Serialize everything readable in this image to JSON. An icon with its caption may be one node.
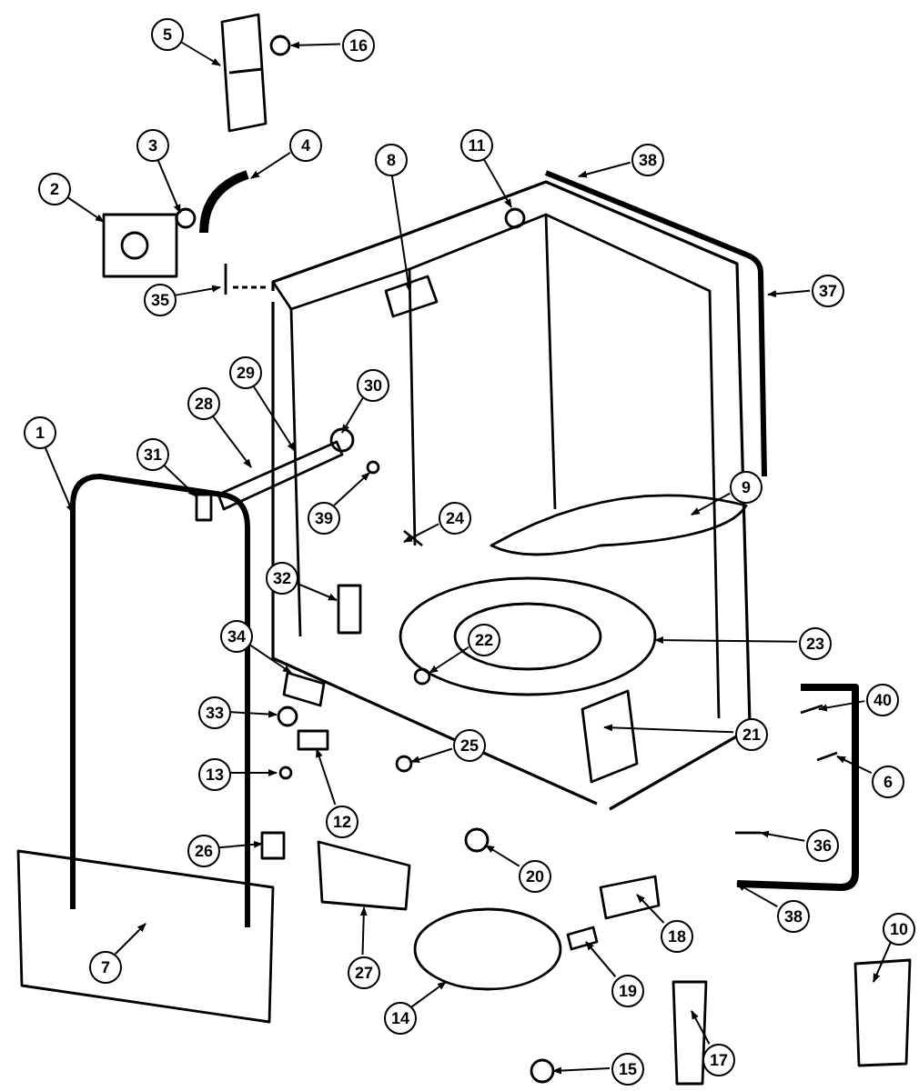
{
  "diagram": {
    "nodes": [
      {
        "text": [
          "5"
        ]
      },
      {
        "text": [
          "16"
        ]
      },
      {
        "text": [
          "4"
        ]
      },
      {
        "text": [
          "3"
        ]
      },
      {
        "text": [
          "2"
        ]
      },
      {
        "text": [
          "8"
        ]
      },
      {
        "text": [
          "11"
        ]
      },
      {
        "text": [
          "38"
        ]
      },
      {
        "text": [
          "37"
        ]
      },
      {
        "text": [
          "35"
        ]
      },
      {
        "text": [
          "29"
        ]
      },
      {
        "text": [
          "30"
        ]
      },
      {
        "text": [
          "28"
        ]
      },
      {
        "text": [
          "39"
        ]
      },
      {
        "text": [
          "31"
        ]
      },
      {
        "text": [
          "1"
        ]
      },
      {
        "text": [
          "24"
        ]
      },
      {
        "text": [
          "9"
        ]
      },
      {
        "text": [
          "32"
        ]
      },
      {
        "text": [
          "34"
        ]
      },
      {
        "text": [
          "23"
        ]
      },
      {
        "text": [
          "22"
        ]
      },
      {
        "text": [
          "33"
        ]
      },
      {
        "text": [
          "13"
        ]
      },
      {
        "text": [
          "25"
        ]
      },
      {
        "text": [
          "26"
        ]
      },
      {
        "text": [
          "40"
        ]
      },
      {
        "text": [
          "6"
        ]
      },
      {
        "text": [
          "36"
        ]
      },
      {
        "text": [
          "21"
        ]
      },
      {
        "text": [
          "38"
        ]
      },
      {
        "text": [
          "20"
        ]
      },
      {
        "text": [
          "12"
        ]
      },
      {
        "text": [
          "27"
        ]
      },
      {
        "text": [
          "7"
        ]
      },
      {
        "text": [
          "10"
        ]
      },
      {
        "text": [
          "18"
        ]
      },
      {
        "text": [
          "19"
        ]
      },
      {
        "text": [
          "14"
        ]
      },
      {
        "text": [
          "17"
        ]
      },
      {
        "text": [
          "15"
        ]
      }
    ],
    "edges": [
      {
        "from": 0,
        "to": null,
        "arrow": "to"
      },
      {
        "from": 1,
        "to": null,
        "arrow": "to"
      },
      {
        "from": 2,
        "to": null,
        "arrow": "to"
      },
      {
        "from": 3,
        "to": null,
        "arrow": "to"
      },
      {
        "from": 4,
        "to": null,
        "arrow": "to"
      },
      {
        "from": 5,
        "to": null,
        "arrow": "to"
      },
      {
        "from": 6,
        "to": null,
        "arrow": "to"
      },
      {
        "from": 7,
        "to": null,
        "arrow": "to"
      },
      {
        "from": 8,
        "to": null,
        "arrow": "to"
      },
      {
        "from": 9,
        "to": null,
        "arrow": "to"
      },
      {
        "from": 10,
        "to": null,
        "arrow": "to"
      },
      {
        "from": 11,
        "to": null,
        "arrow": "to"
      },
      {
        "from": 12,
        "to": null,
        "arrow": "to"
      },
      {
        "from": 13,
        "to": null,
        "arrow": "to"
      },
      {
        "from": 14,
        "to": null,
        "arrow": "to"
      },
      {
        "from": 15,
        "to": null,
        "arrow": "to"
      },
      {
        "from": 16,
        "to": null,
        "arrow": "to"
      },
      {
        "from": 17,
        "to": null,
        "arrow": "to"
      },
      {
        "from": 18,
        "to": null,
        "arrow": "to"
      },
      {
        "from": 19,
        "to": null,
        "arrow": "to"
      },
      {
        "from": 20,
        "to": null,
        "arrow": "to"
      },
      {
        "from": 21,
        "to": null,
        "arrow": "to"
      },
      {
        "from": 22,
        "to": null,
        "arrow": "to"
      },
      {
        "from": 23,
        "to": null,
        "arrow": "to"
      },
      {
        "from": 24,
        "to": null,
        "arrow": "to"
      },
      {
        "from": 25,
        "to": null,
        "arrow": "to"
      },
      {
        "from": 26,
        "to": null,
        "arrow": "to"
      },
      {
        "from": 27,
        "to": null,
        "arrow": "to"
      },
      {
        "from": 28,
        "to": null,
        "arrow": "to"
      },
      {
        "from": 29,
        "to": null,
        "arrow": "to"
      },
      {
        "from": 30,
        "to": null,
        "arrow": "to"
      },
      {
        "from": 31,
        "to": null,
        "arrow": "to"
      },
      {
        "from": 32,
        "to": null,
        "arrow": "to"
      },
      {
        "from": 33,
        "to": null,
        "arrow": "to"
      },
      {
        "from": 34,
        "to": null,
        "arrow": "to"
      },
      {
        "from": 35,
        "to": null,
        "arrow": "to"
      },
      {
        "from": 36,
        "to": null,
        "arrow": "to"
      },
      {
        "from": 37,
        "to": null,
        "arrow": "to"
      },
      {
        "from": 38,
        "to": null,
        "arrow": "to"
      },
      {
        "from": 39,
        "to": null,
        "arrow": "to"
      },
      {
        "from": 40,
        "to": null,
        "arrow": "to"
      }
    ]
  }
}
